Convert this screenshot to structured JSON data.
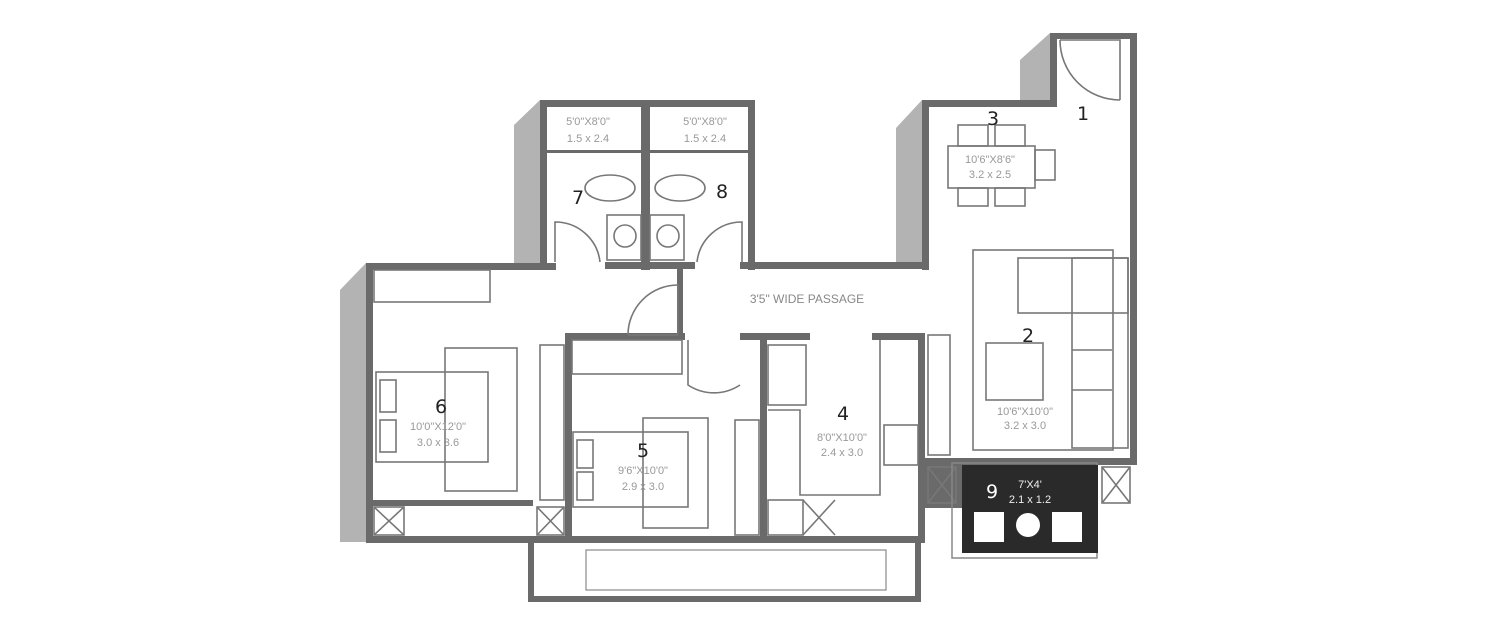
{
  "colors": {
    "wall": "#6a6a6a",
    "shadow": "#b3b3b3",
    "balcony_fill": "#2a2a2a"
  },
  "passage_label": "3'5\" WIDE PASSAGE",
  "rooms": [
    {
      "number": "1"
    },
    {
      "number": "2",
      "dim_imperial": "10'6\"X10'0\"",
      "dim_metric": "3.2 x 3.0"
    },
    {
      "number": "3",
      "dim_imperial": "10'6\"X8'6\"",
      "dim_metric": "3.2 x 2.5"
    },
    {
      "number": "4",
      "dim_imperial": "8'0\"X10'0\"",
      "dim_metric": "2.4 x 3.0"
    },
    {
      "number": "5",
      "dim_imperial": "9'6\"X10'0\"",
      "dim_metric": "2.9 x 3.0"
    },
    {
      "number": "6",
      "dim_imperial": "10'0\"X12'0\"",
      "dim_metric": "3.0 x 3.6"
    },
    {
      "number": "7",
      "dim_imperial": "5'0\"X8'0\"",
      "dim_metric": "1.5 x 2.4"
    },
    {
      "number": "8",
      "dim_imperial": "5'0\"X8'0\"",
      "dim_metric": "1.5 x 2.4"
    },
    {
      "number": "9",
      "dim_imperial": "7'X4'",
      "dim_metric": "2.1 x 1.2"
    }
  ]
}
